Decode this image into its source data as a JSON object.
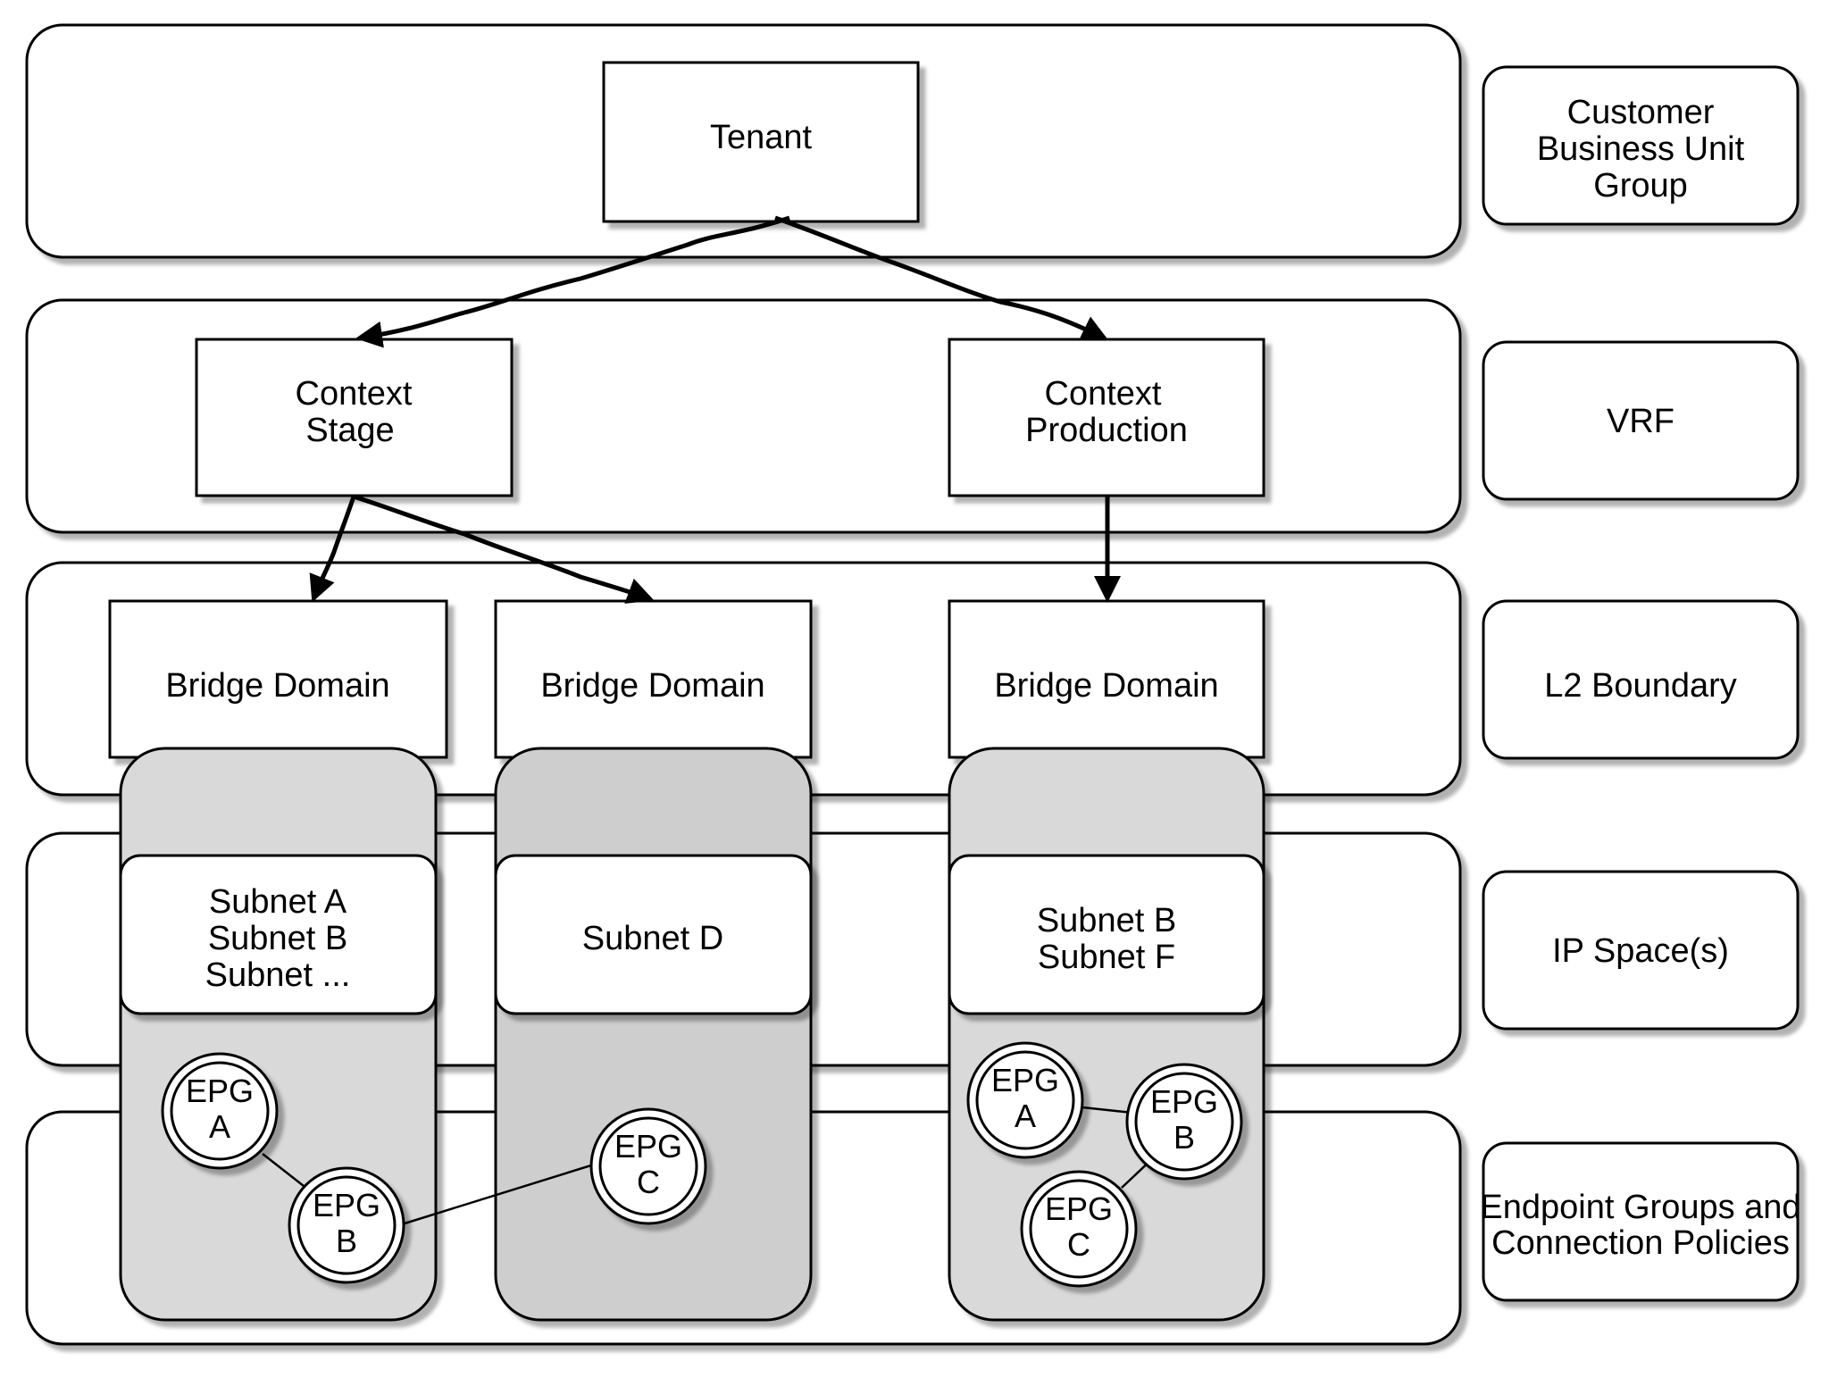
{
  "tenant": {
    "label": "Tenant"
  },
  "contexts": {
    "stage": {
      "line1": "Context",
      "line2": "Stage"
    },
    "production": {
      "line1": "Context",
      "line2": "Production"
    }
  },
  "bridge_domains": {
    "bd1": {
      "label": "Bridge Domain"
    },
    "bd2": {
      "label": "Bridge Domain"
    },
    "bd3": {
      "label": "Bridge Domain"
    }
  },
  "subnets": {
    "col1": [
      "Subnet A",
      "Subnet B",
      "Subnet ..."
    ],
    "col2": [
      "Subnet D"
    ],
    "col3": [
      "Subnet B",
      "Subnet F"
    ]
  },
  "epgs": {
    "col1_a": {
      "line1": "EPG",
      "line2": "A"
    },
    "col1_b": {
      "line1": "EPG",
      "line2": "B"
    },
    "col2_c": {
      "line1": "EPG",
      "line2": "C"
    },
    "col3_a": {
      "line1": "EPG",
      "line2": "A"
    },
    "col3_b": {
      "line1": "EPG",
      "line2": "B"
    },
    "col3_c": {
      "line1": "EPG",
      "line2": "C"
    }
  },
  "legend": {
    "customer": [
      "Customer",
      "Business Unit",
      "Group"
    ],
    "vrf": [
      "VRF"
    ],
    "l2": [
      "L2 Boundary"
    ],
    "ip": [
      "IP Space(s)"
    ],
    "epg": [
      "Endpoint Groups and",
      "Connection Policies"
    ]
  },
  "colors": {
    "column_light": "#d9d9d9",
    "column_dark": "#cecece",
    "stroke": "#000000"
  }
}
